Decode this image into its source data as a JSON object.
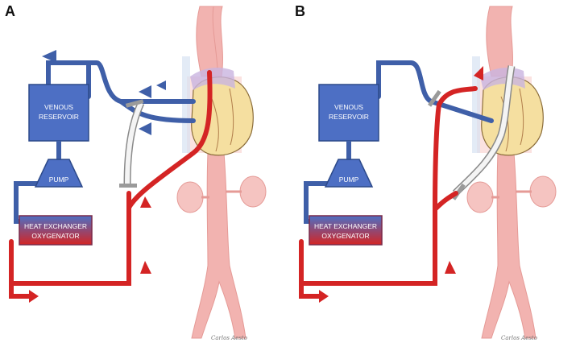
{
  "panels": [
    {
      "letter": "A",
      "venous_reservoir_line1": "VENOUS",
      "venous_reservoir_line2": "RESERVOIR",
      "pump": "PUMP",
      "heat_exchanger_line1": "HEAT EXCHANGER",
      "heat_exchanger_line2": "OXYGENATOR",
      "signature": "Carlos Aesto"
    },
    {
      "letter": "B",
      "venous_reservoir_line1": "VENOUS",
      "venous_reservoir_line2": "RESERVOIR",
      "pump": "PUMP",
      "heat_exchanger_line1": "HEAT EXCHANGER",
      "heat_exchanger_line2": "OXYGENATOR",
      "signature": "Carlos Aesto"
    }
  ],
  "colors": {
    "venous_blue": "#3f5fa8",
    "arterial_red": "#d42424",
    "tissue_pink": "#f2b3b0",
    "heart_yellow": "#f5dfa0",
    "box_blue": "#4d6fc4"
  }
}
